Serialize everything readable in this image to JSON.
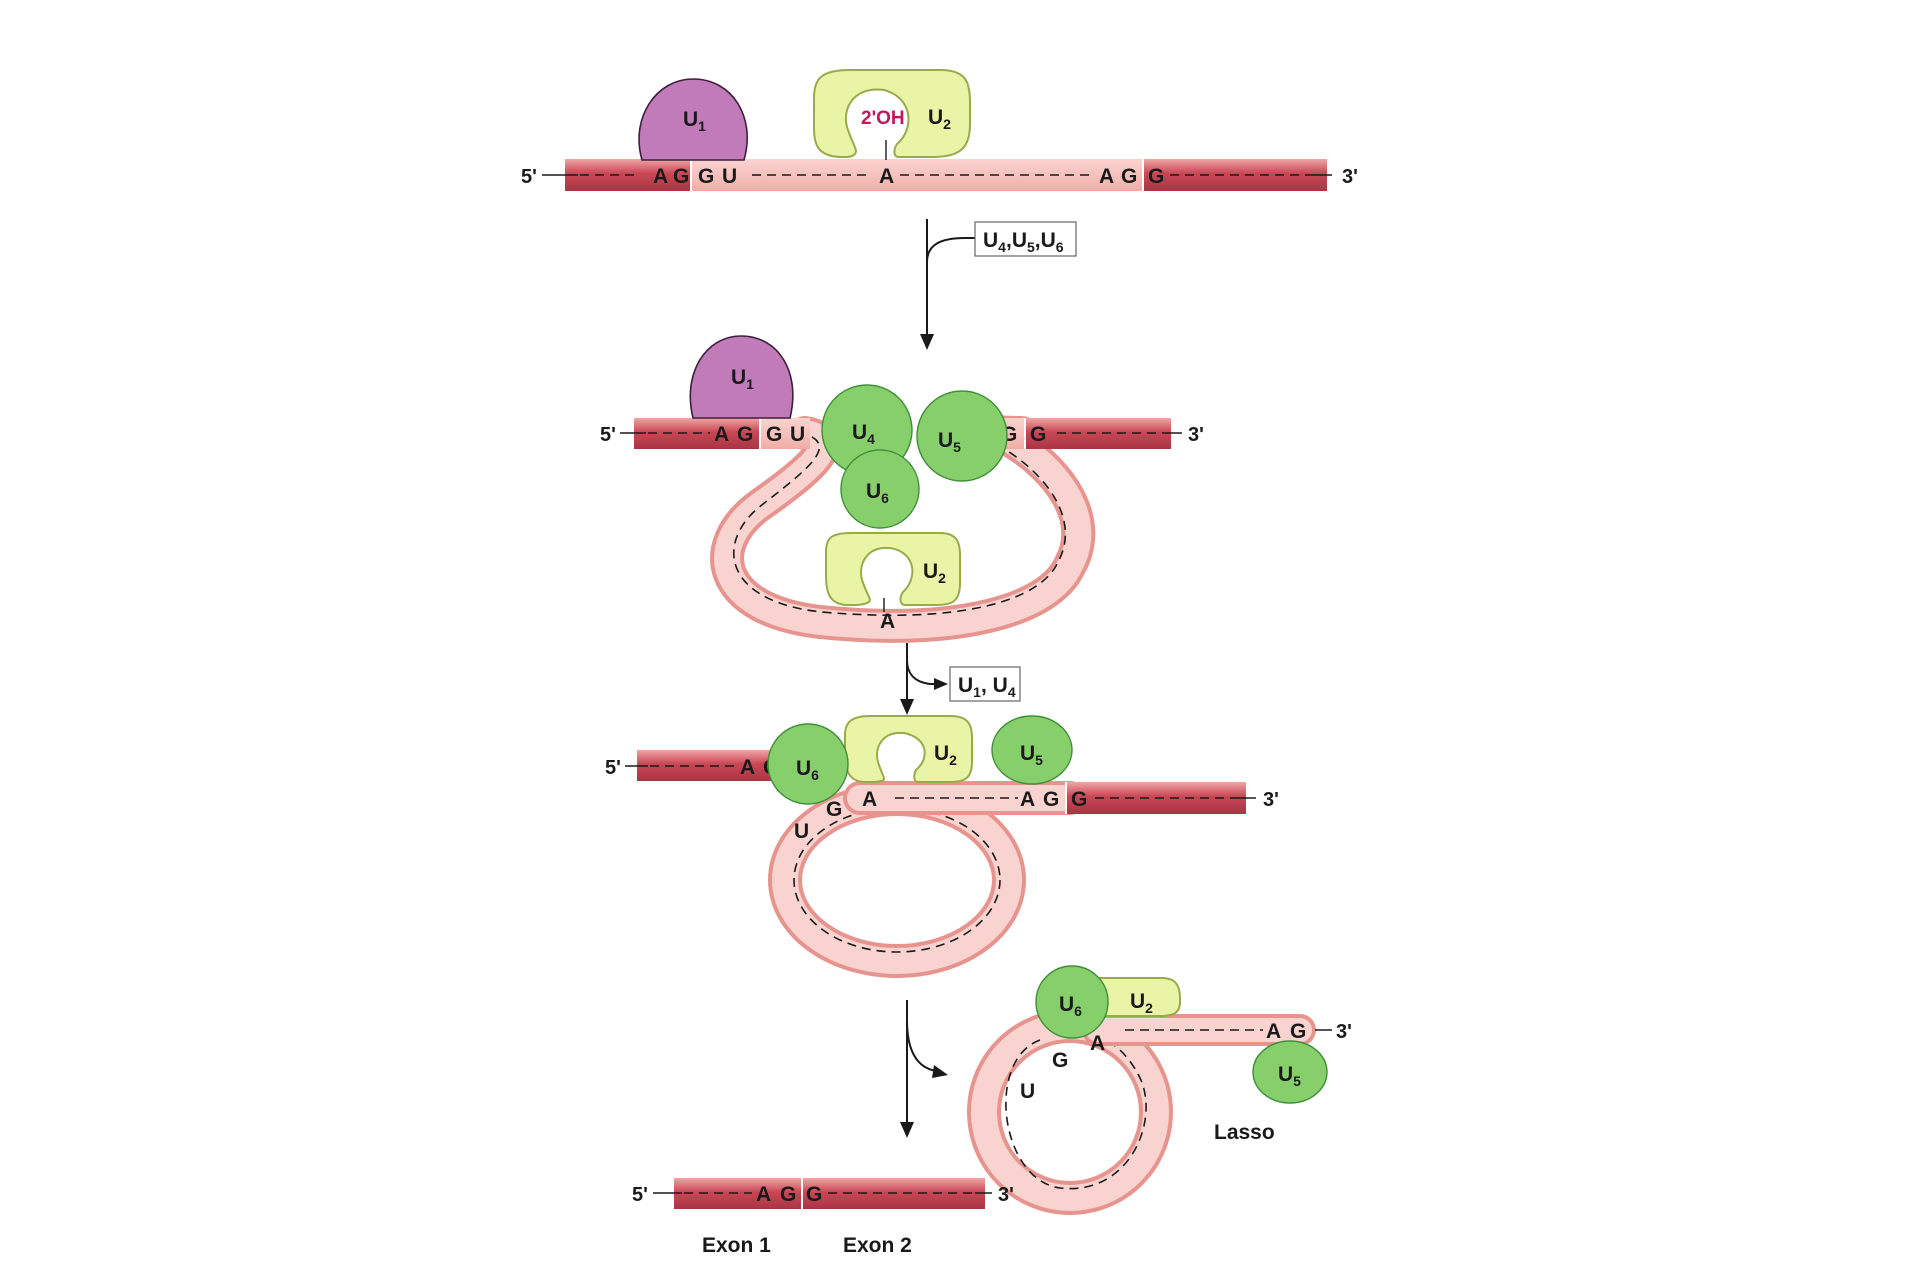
{
  "colors": {
    "exon": "#c94755",
    "intron": "#f6c2bd",
    "u1": "#c07bb8",
    "u2": "#e9f4a6",
    "snrnp_green": "#86cf6b",
    "hydroxyl_label": "#c2185b"
  },
  "ends": {
    "five_prime": "5'",
    "three_prime": "3'"
  },
  "bases": {
    "a": "A",
    "g": "G",
    "u": "U"
  },
  "snrnps": {
    "u1": {
      "letter": "U",
      "sub": "1"
    },
    "u2": {
      "letter": "U",
      "sub": "2"
    },
    "u4": {
      "letter": "U",
      "sub": "4"
    },
    "u5": {
      "letter": "U",
      "sub": "5"
    },
    "u6": {
      "letter": "U",
      "sub": "6"
    }
  },
  "stage1": {
    "hydroxyl": "2'OH"
  },
  "steps": {
    "step1_box": [
      {
        "letter": "U",
        "sub": "4"
      },
      {
        "sep": ","
      },
      {
        "letter": "U",
        "sub": "5"
      },
      {
        "sep": ","
      },
      {
        "letter": "U",
        "sub": "6"
      }
    ],
    "step2_box": [
      {
        "letter": "U",
        "sub": "1"
      },
      {
        "sep": ", "
      },
      {
        "letter": "U",
        "sub": "4"
      }
    ]
  },
  "final": {
    "lasso_label": "Lasso",
    "exon1_label": "Exon 1",
    "exon2_label": "Exon 2"
  }
}
